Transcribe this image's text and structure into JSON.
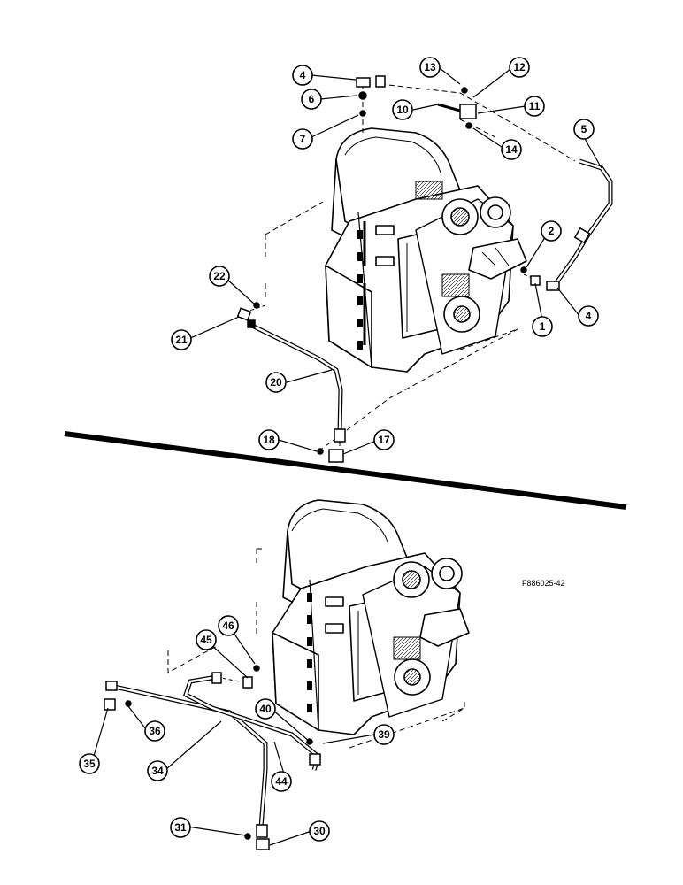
{
  "figure_code": "F886025-42",
  "callouts": [
    {
      "label": "4"
    },
    {
      "label": "6"
    },
    {
      "label": "7"
    },
    {
      "label": "13"
    },
    {
      "label": "12"
    },
    {
      "label": "10"
    },
    {
      "label": "11"
    },
    {
      "label": "14"
    },
    {
      "label": "5"
    },
    {
      "label": "2"
    },
    {
      "label": "4"
    },
    {
      "label": "1"
    },
    {
      "label": "22"
    },
    {
      "label": "21"
    },
    {
      "label": "20"
    },
    {
      "label": "18"
    },
    {
      "label": "17"
    },
    {
      "label": "46"
    },
    {
      "label": "45"
    },
    {
      "label": "40"
    },
    {
      "label": "39"
    },
    {
      "label": "36"
    },
    {
      "label": "35"
    },
    {
      "label": "34"
    },
    {
      "label": "44"
    },
    {
      "label": "31"
    },
    {
      "label": "30"
    }
  ]
}
